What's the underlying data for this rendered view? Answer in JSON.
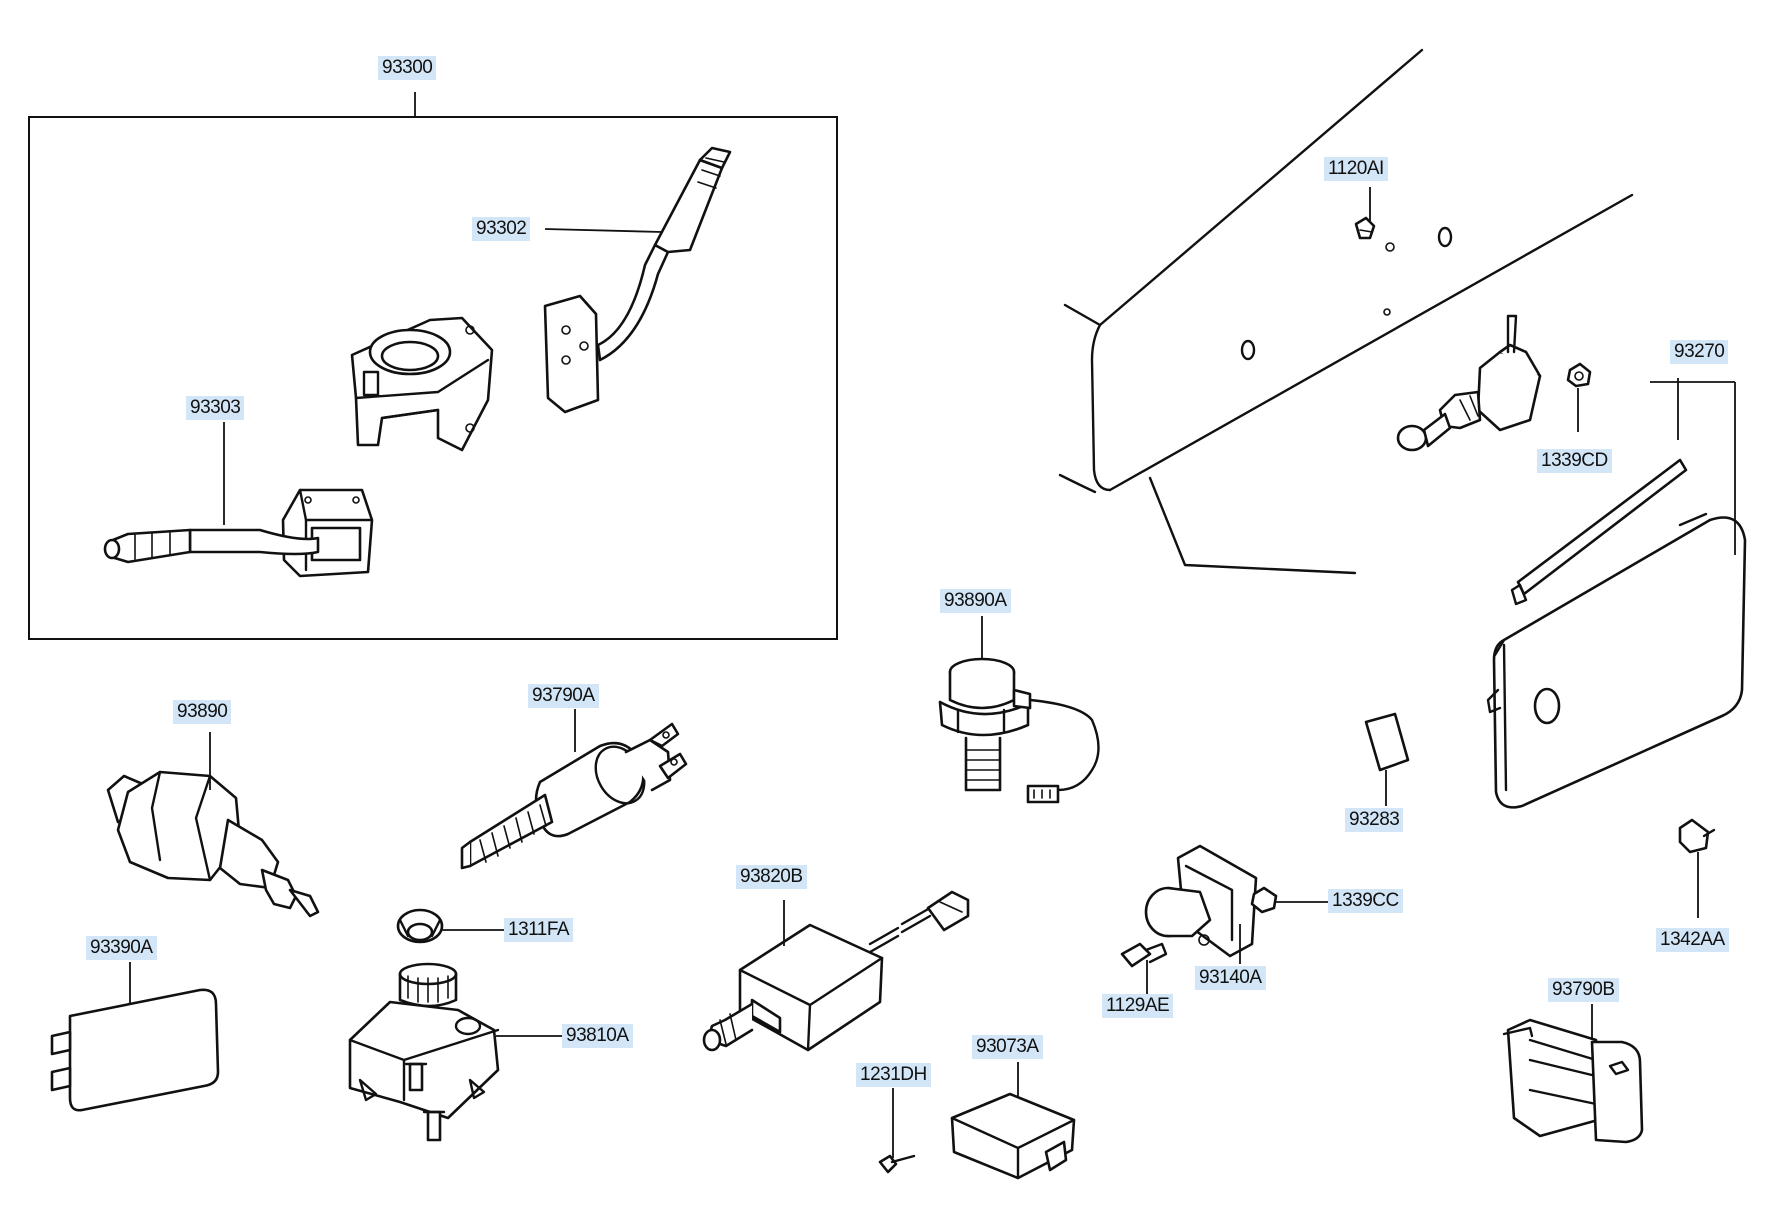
{
  "labels": {
    "p93300": "93300",
    "p93302": "93302",
    "p93303": "93303",
    "p1120AI": "1120AI",
    "p93270": "93270",
    "p1339CD": "1339CD",
    "p93890A": "93890A",
    "p93890": "93890",
    "p93790A": "93790A",
    "p93283": "93283",
    "p1311FA": "1311FA",
    "p93820B": "93820B",
    "p1339CC": "1339CC",
    "p1342AA": "1342AA",
    "p93390A": "93390A",
    "p93810A": "93810A",
    "p93140A": "93140A",
    "p1129AE": "1129AE",
    "p93790B": "93790B",
    "p1231DH": "1231DH",
    "p93073A": "93073A"
  },
  "colors": {
    "label_bg": "#d3e6f7",
    "line": "#111111",
    "background": "#ffffff"
  }
}
